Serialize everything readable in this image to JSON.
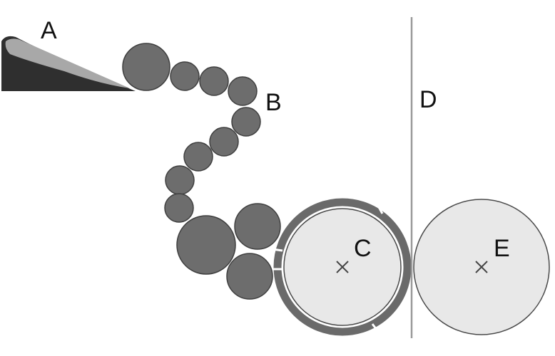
{
  "labels": {
    "a": "A",
    "b": "B",
    "c": "C",
    "d": "D",
    "e": "E"
  },
  "colors": {
    "ball": "#6d6d6d",
    "ball_stroke": "#3f3f3f",
    "ramp_dark": "#2f2f2f",
    "ramp_light": "#a8a8a8",
    "drum_fill": "#e8e8e8",
    "drum_stroke": "#4a4a4a",
    "shell": "#6a6a6a",
    "line": "#9a9a9a"
  }
}
